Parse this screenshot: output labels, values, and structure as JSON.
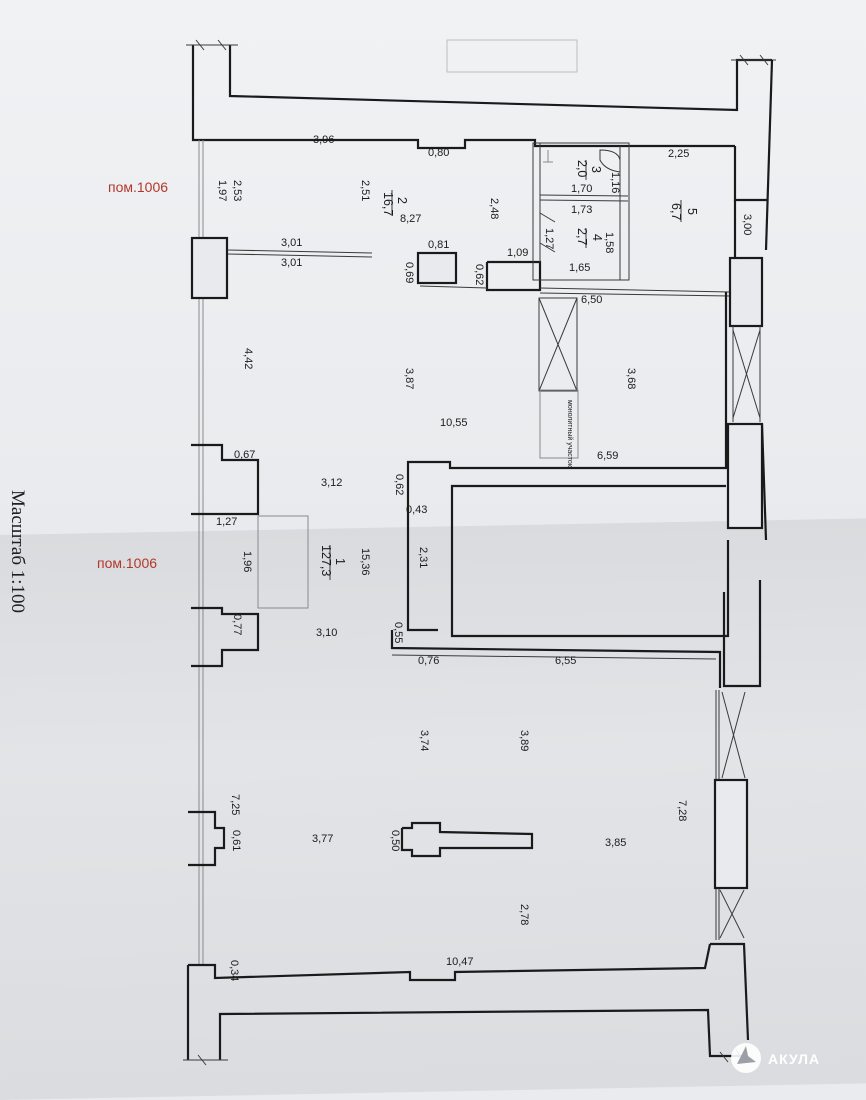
{
  "room_refs": [
    "пом.1006",
    "пом.1006"
  ],
  "scale_label": "Масштаб 1:100",
  "rooms": [
    {
      "number": "1",
      "area": "127,3"
    },
    {
      "number": "2",
      "area": "16,7"
    },
    {
      "number": "3",
      "area": "2,0"
    },
    {
      "number": "4",
      "area": "2,7"
    },
    {
      "number": "5",
      "area": "6,7"
    }
  ],
  "zone_label": "монолитный участок",
  "dimensions": {
    "d396": "3,96",
    "d080": "0,80",
    "d225": "2,25",
    "d253": "2,53",
    "d197": "1,97",
    "d251": "2,51",
    "d827": "8,27",
    "d248": "2,48",
    "d170": "1,70",
    "d116": "1,16",
    "d173": "1,73",
    "d127a": "1,27",
    "d158": "1,58",
    "d300": "3,00",
    "d301a": "3,01",
    "d301b": "3,01",
    "d081": "0,81",
    "d109": "1,09",
    "d069": "0,69",
    "d062a": "0,62",
    "d165": "1,65",
    "d650": "6,50",
    "d442": "4,42",
    "d387": "3,87",
    "d368": "3,68",
    "d1055": "10,55",
    "d659": "6,59",
    "d067": "0,67",
    "d312": "3,12",
    "d062b": "0,62",
    "d043": "0,43",
    "d127b": "1,27",
    "d196": "1,96",
    "d1536": "15,36",
    "d231": "2,31",
    "d077": "0,77",
    "d310": "3,10",
    "d055": "0,55",
    "d076": "0,76",
    "d655": "6,55",
    "d374": "3,74",
    "d389": "3,89",
    "d725": "7,25",
    "d061": "0,61",
    "d377": "3,77",
    "d050": "0,50",
    "d385": "3,85",
    "d728": "7,28",
    "d278": "2,78",
    "d034": "0,34",
    "d1047": "10,47"
  },
  "watermark": {
    "brand": "АКУЛА",
    "color": "#ffffff"
  },
  "colors": {
    "room_ref": "#b3382c",
    "line": "#1a1a1a"
  }
}
